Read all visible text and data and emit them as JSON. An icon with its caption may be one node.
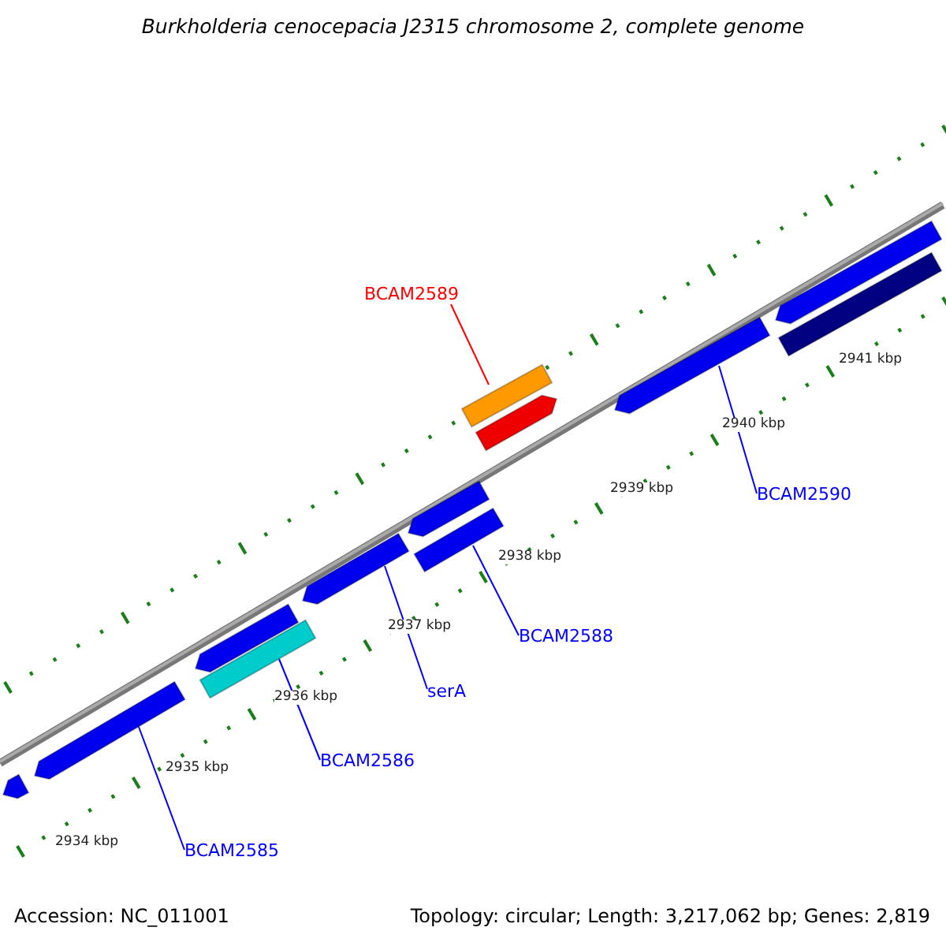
{
  "diagram": {
    "title": "Burkholderia cenocepacia J2315 chromosome 2, complete genome",
    "nodes": [
      {
        "text": [
          "BCAM2589"
        ]
      },
      {
        "text": [
          "BCAM2590"
        ]
      },
      {
        "text": [
          "BCAM2588"
        ]
      },
      {
        "text": [
          "serA"
        ]
      },
      {
        "text": [
          "BCAM2586"
        ]
      },
      {
        "text": [
          "BCAM2585"
        ]
      },
      {
        "text": [],
        "shape": "bar"
      },
      {
        "text": [],
        "shape": "bar"
      },
      {
        "text": [],
        "shape": "bar"
      },
      {
        "text": [],
        "shape": "bar"
      },
      {
        "text": [],
        "shape": "bar"
      },
      {
        "text": [],
        "shape": "bar"
      },
      {
        "text": [],
        "shape": "bar"
      },
      {
        "text": [],
        "shape": "bar"
      },
      {
        "text": [],
        "shape": "bar"
      },
      {
        "text": [],
        "shape": "bar"
      },
      {
        "text": [],
        "shape": "bar"
      },
      {
        "text": [],
        "shape": "bar"
      }
    ],
    "edges": [
      {
        "from": 0,
        "to": 13,
        "arrow": "none",
        "color": "#ff0000"
      },
      {
        "from": 1,
        "to": 15,
        "arrow": "none"
      },
      {
        "from": 2,
        "to": 12,
        "arrow": "none"
      },
      {
        "from": 3,
        "to": 10,
        "arrow": "none"
      },
      {
        "from": 4,
        "to": 9,
        "arrow": "none"
      },
      {
        "from": 5,
        "to": 7,
        "arrow": "none"
      }
    ],
    "labels": [
      "2941 kbp",
      "2940 kbp",
      "2939 kbp",
      "2938 kbp",
      "2937 kbp",
      "2936 kbp",
      "2935 kbp",
      "2934 kbp",
      "Accession: NC_011001",
      "Topology: circular; Length: 3,217,062 bp; Genes: 2,819"
    ]
  }
}
